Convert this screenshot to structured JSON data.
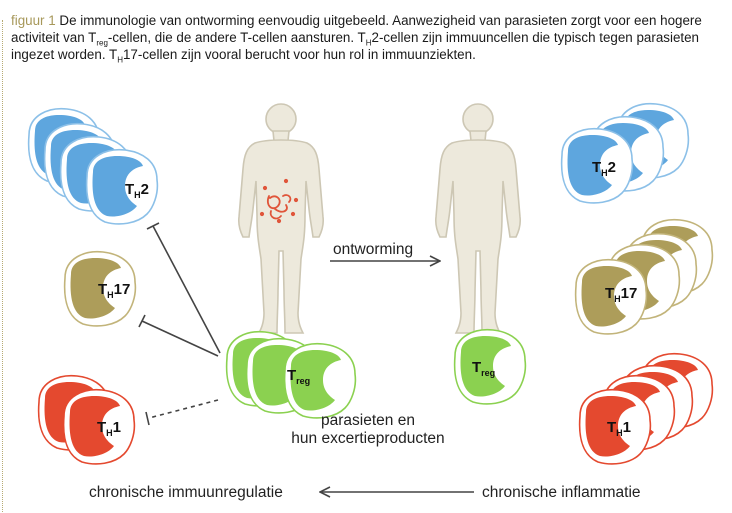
{
  "caption": {
    "label": "figuur 1",
    "part1": " De immunologie van ontworming eenvoudig uitgebeeld. Aanwezigheid van parasieten zorgt voor een hogere activiteit van T",
    "sub_reg": "reg",
    "part2": "-cellen, die de andere T-cellen aansturen. T",
    "sub_h1": "H",
    "part3": "2-cellen zijn immuuncellen die typisch tegen parasieten ingezet worden. T",
    "sub_h2": "H",
    "part4": "17-cellen zijn vooral berucht voor hun rol in immuunziekten."
  },
  "diagram": {
    "arrow_middle_label": "ontworming",
    "parasites_label_line1": "parasieten en",
    "parasites_label_line2": "hun excertieproducten",
    "bottom_left_label": "chronische immuunregulatie",
    "bottom_right_label": "chronische inflammatie"
  },
  "cells": {
    "th2": {
      "main": "T",
      "sub": "H",
      "suffix": "2"
    },
    "th17": {
      "main": "T",
      "sub": "H",
      "suffix": "17"
    },
    "th1": {
      "main": "T",
      "sub": "H",
      "suffix": "1"
    },
    "treg": {
      "main": "T",
      "sub": "reg",
      "suffix": ""
    }
  },
  "colors": {
    "th2_fill": "#5ea6de",
    "th2_outline": "#8cc0e8",
    "th17_fill": "#ad9d5a",
    "th17_outline": "#c2b47a",
    "th1_fill": "#e4492f",
    "th1_outline": "#e4492f",
    "treg_fill": "#8bd150",
    "treg_outline": "#8bd150",
    "body_fill": "#ede9dc",
    "body_outline": "#cdc7b4",
    "parasite": "#e0553a",
    "arrow": "#444444",
    "caption_label": "#a7985a"
  }
}
